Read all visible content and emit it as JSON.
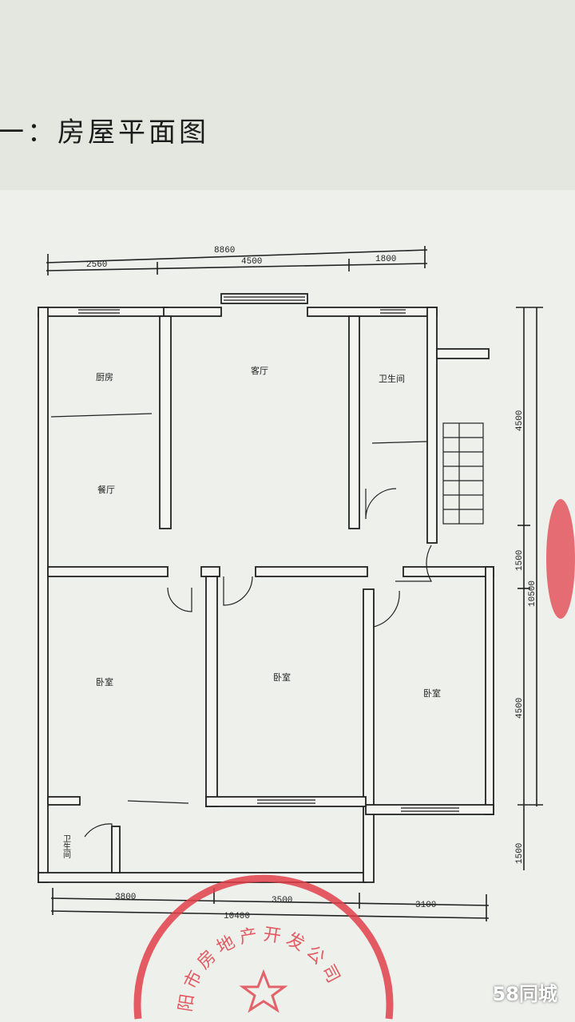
{
  "document": {
    "title": "一：房屋平面图",
    "watermark": "58同城",
    "stamp_text": "阳市房地产开发公司"
  },
  "dimensions": {
    "top_total": "8860",
    "top_segments": [
      "2560",
      "4500",
      "1800"
    ],
    "right_segments": [
      "4500",
      "1500",
      "4500",
      "1500"
    ],
    "right_total": "10500",
    "bottom_segments": [
      "3800",
      "3500",
      "3100"
    ],
    "bottom_total": "10400"
  },
  "rooms": {
    "kitchen": "厨房",
    "living_room": "客厅",
    "bathroom": "卫生间",
    "dining_room": "餐厅",
    "bedroom_left": "卧室",
    "bedroom_middle": "卧室",
    "bedroom_right": "卧室",
    "small_bathroom": "卫生间"
  },
  "colors": {
    "ink": "#222222",
    "stamp": "#e0404a"
  }
}
